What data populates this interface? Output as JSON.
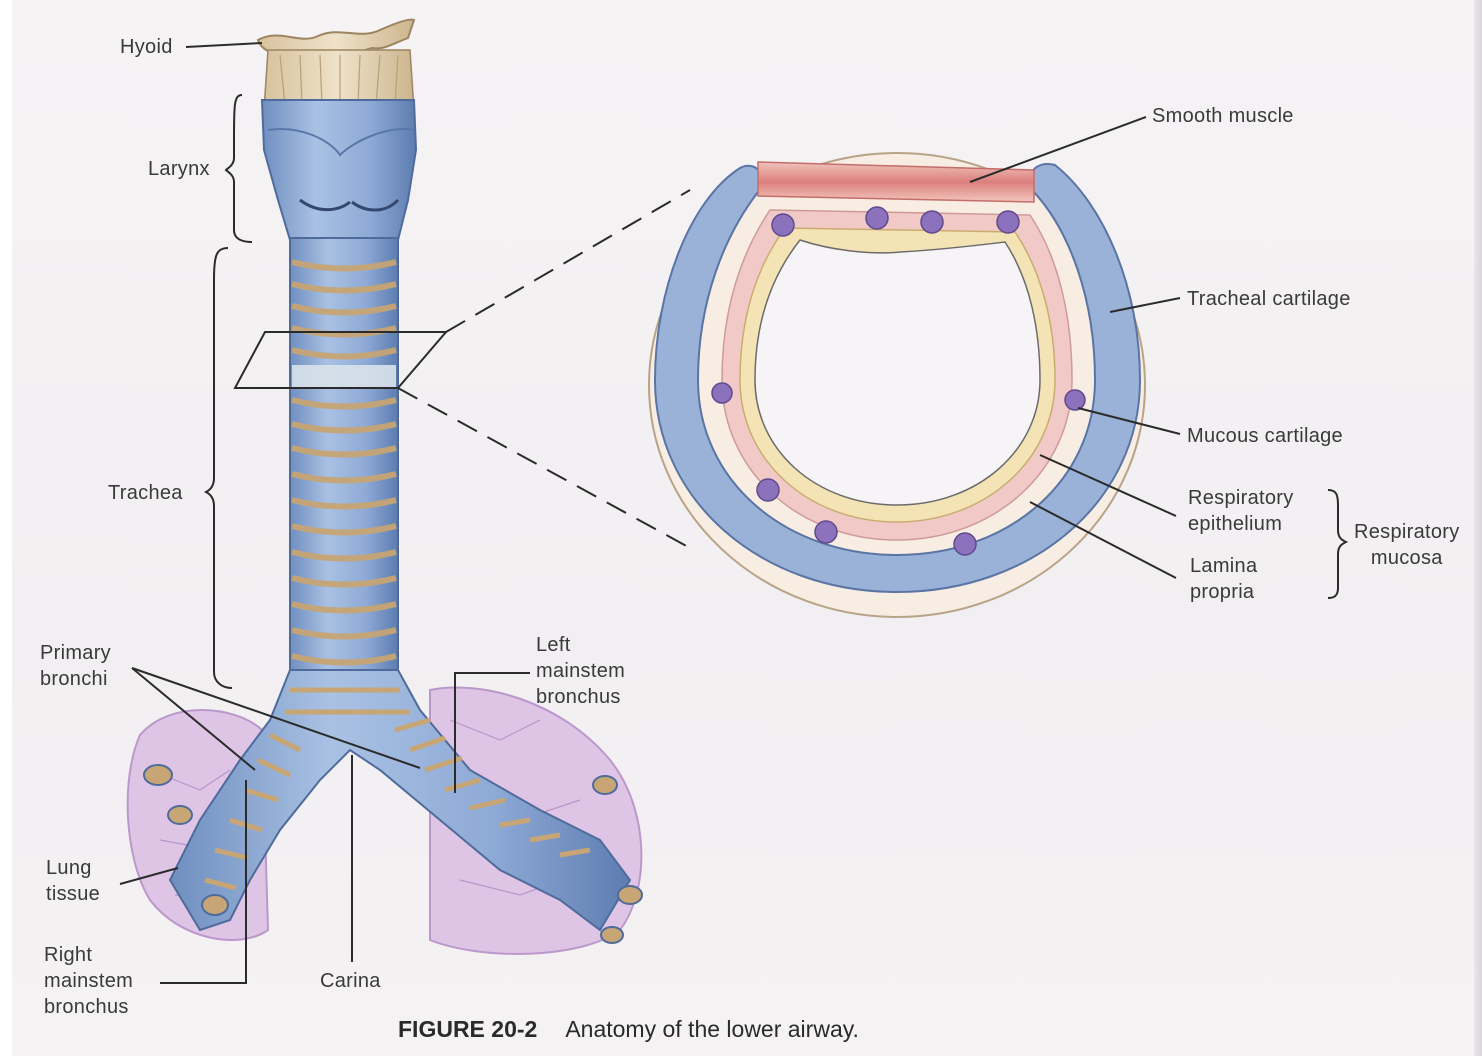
{
  "labels": {
    "hyoid": "Hyoid",
    "larynx": "Larynx",
    "trachea": "Trachea",
    "primary_bronchi": "Primary\nbronchi",
    "lung_tissue": "Lung\ntissue",
    "right_mainstem_bronchus": "Right\nmainstem\nbronchus",
    "carina": "Carina",
    "left_mainstem_bronchus": "Left\nmainstem\nbronchus",
    "smooth_muscle": "Smooth muscle",
    "tracheal_cartilage": "Tracheal cartilage",
    "mucous_cartilage": "Mucous cartilage",
    "respiratory_epithelium": "Respiratory\nepithelium",
    "lamina_propria": "Lamina\npropria",
    "respiratory_mucosa": "Respiratory\nmucosa"
  },
  "caption": {
    "number": "FIGURE 20-2",
    "text": "Anatomy of the lower airway."
  },
  "colors": {
    "cartilage_blue": "#8faed6",
    "ring_tan": "#c9a878",
    "bone": "#e6d3b5",
    "lung_lilac": "#d8b8e0",
    "muscle_red": "#e08a88",
    "gland_purple": "#8a6fb8",
    "line": "#2b2b2b"
  }
}
